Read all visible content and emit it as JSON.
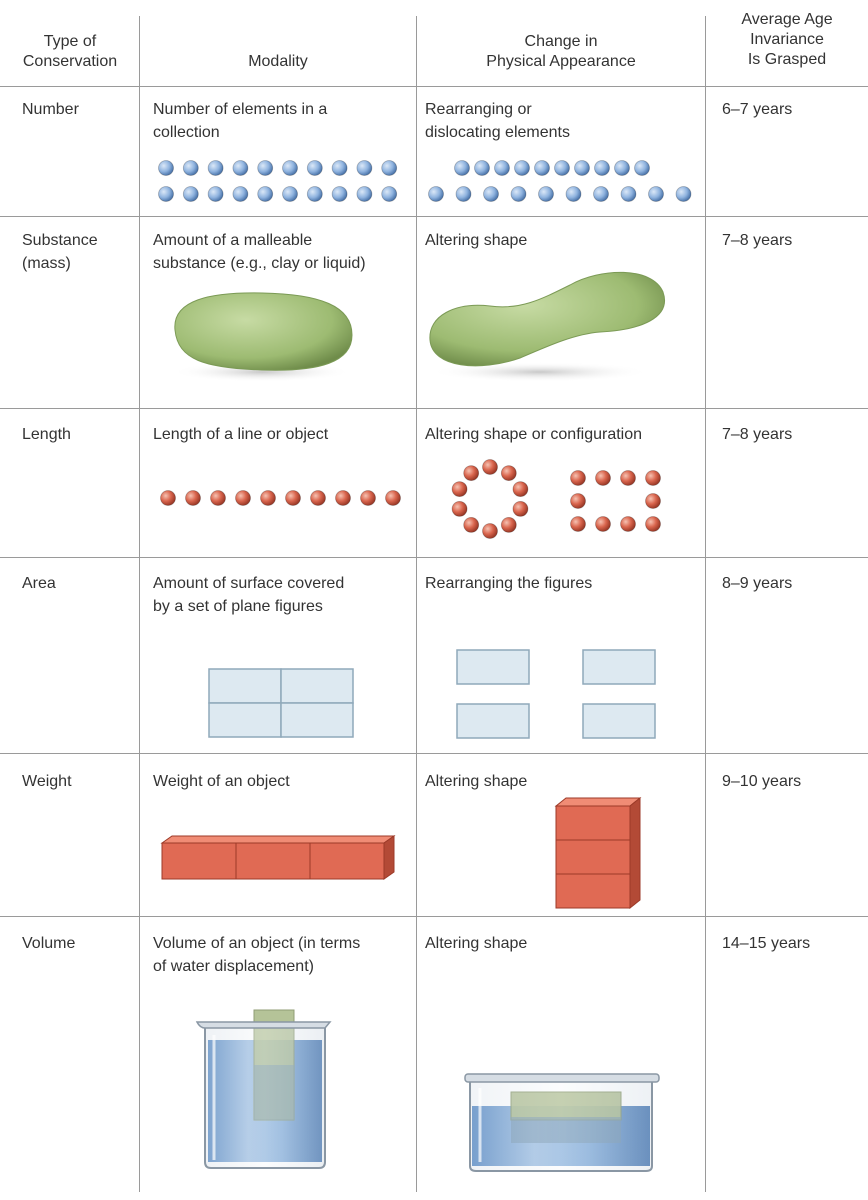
{
  "header": {
    "col1": "Type of\nConservation",
    "col2": "Modality",
    "col3": "Change in\nPhysical Appearance",
    "col4": "Average Age\nInvariance\nIs Grasped"
  },
  "rows": [
    {
      "type": "Number",
      "modality": "Number of elements in a\ncollection",
      "change": "Rearranging or\ndislocating elements",
      "age": "6–7 years"
    },
    {
      "type": "Substance\n(mass)",
      "modality": "Amount of a malleable\nsubstance (e.g., clay or liquid)",
      "change": "Altering shape",
      "age": "7–8 years"
    },
    {
      "type": "Length",
      "modality": "Length of a line or object",
      "change": "Altering shape or configuration",
      "age": "7–8 years"
    },
    {
      "type": "Area",
      "modality": "Amount of surface covered\nby a set of plane figures",
      "change": "Rearranging the figures",
      "age": "8–9 years"
    },
    {
      "type": "Weight",
      "modality": "Weight of an object",
      "change": "Altering shape",
      "age": "9–10 years"
    },
    {
      "type": "Volume",
      "modality": "Volume of an object (in terms\nof water displacement)",
      "change": "Altering shape",
      "age": "14–15 years"
    }
  ],
  "colors": {
    "grid": "#9a9a9a",
    "blue_dot": "#8fb3df",
    "red_dot": "#d9654d",
    "clay": "#9dbb72",
    "tile": "#dde9f1",
    "brick": "#e06a54",
    "water": "#4a86c8",
    "block": "#a9b987"
  }
}
